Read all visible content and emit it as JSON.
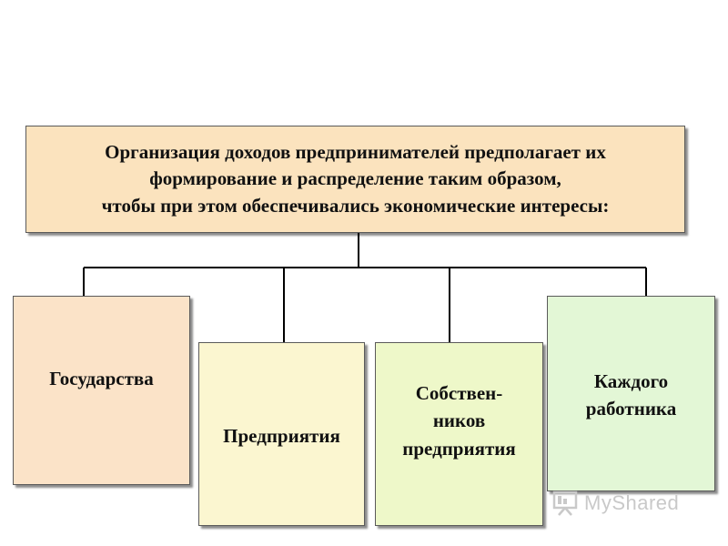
{
  "header_box": {
    "lines": [
      "Организация доходов предпринимателей предполагает их",
      "формирование и распределение таким образом,",
      "чтобы при этом обеспечивались экономические интересы:"
    ]
  },
  "children": [
    {
      "lines": [
        "Государства"
      ]
    },
    {
      "lines": [
        "Предприятия"
      ]
    },
    {
      "lines": [
        "Собствен-",
        "ников",
        "предприятия"
      ]
    },
    {
      "lines": [
        "Каждого",
        "работника"
      ]
    }
  ],
  "watermark": {
    "text": "MyShared"
  }
}
